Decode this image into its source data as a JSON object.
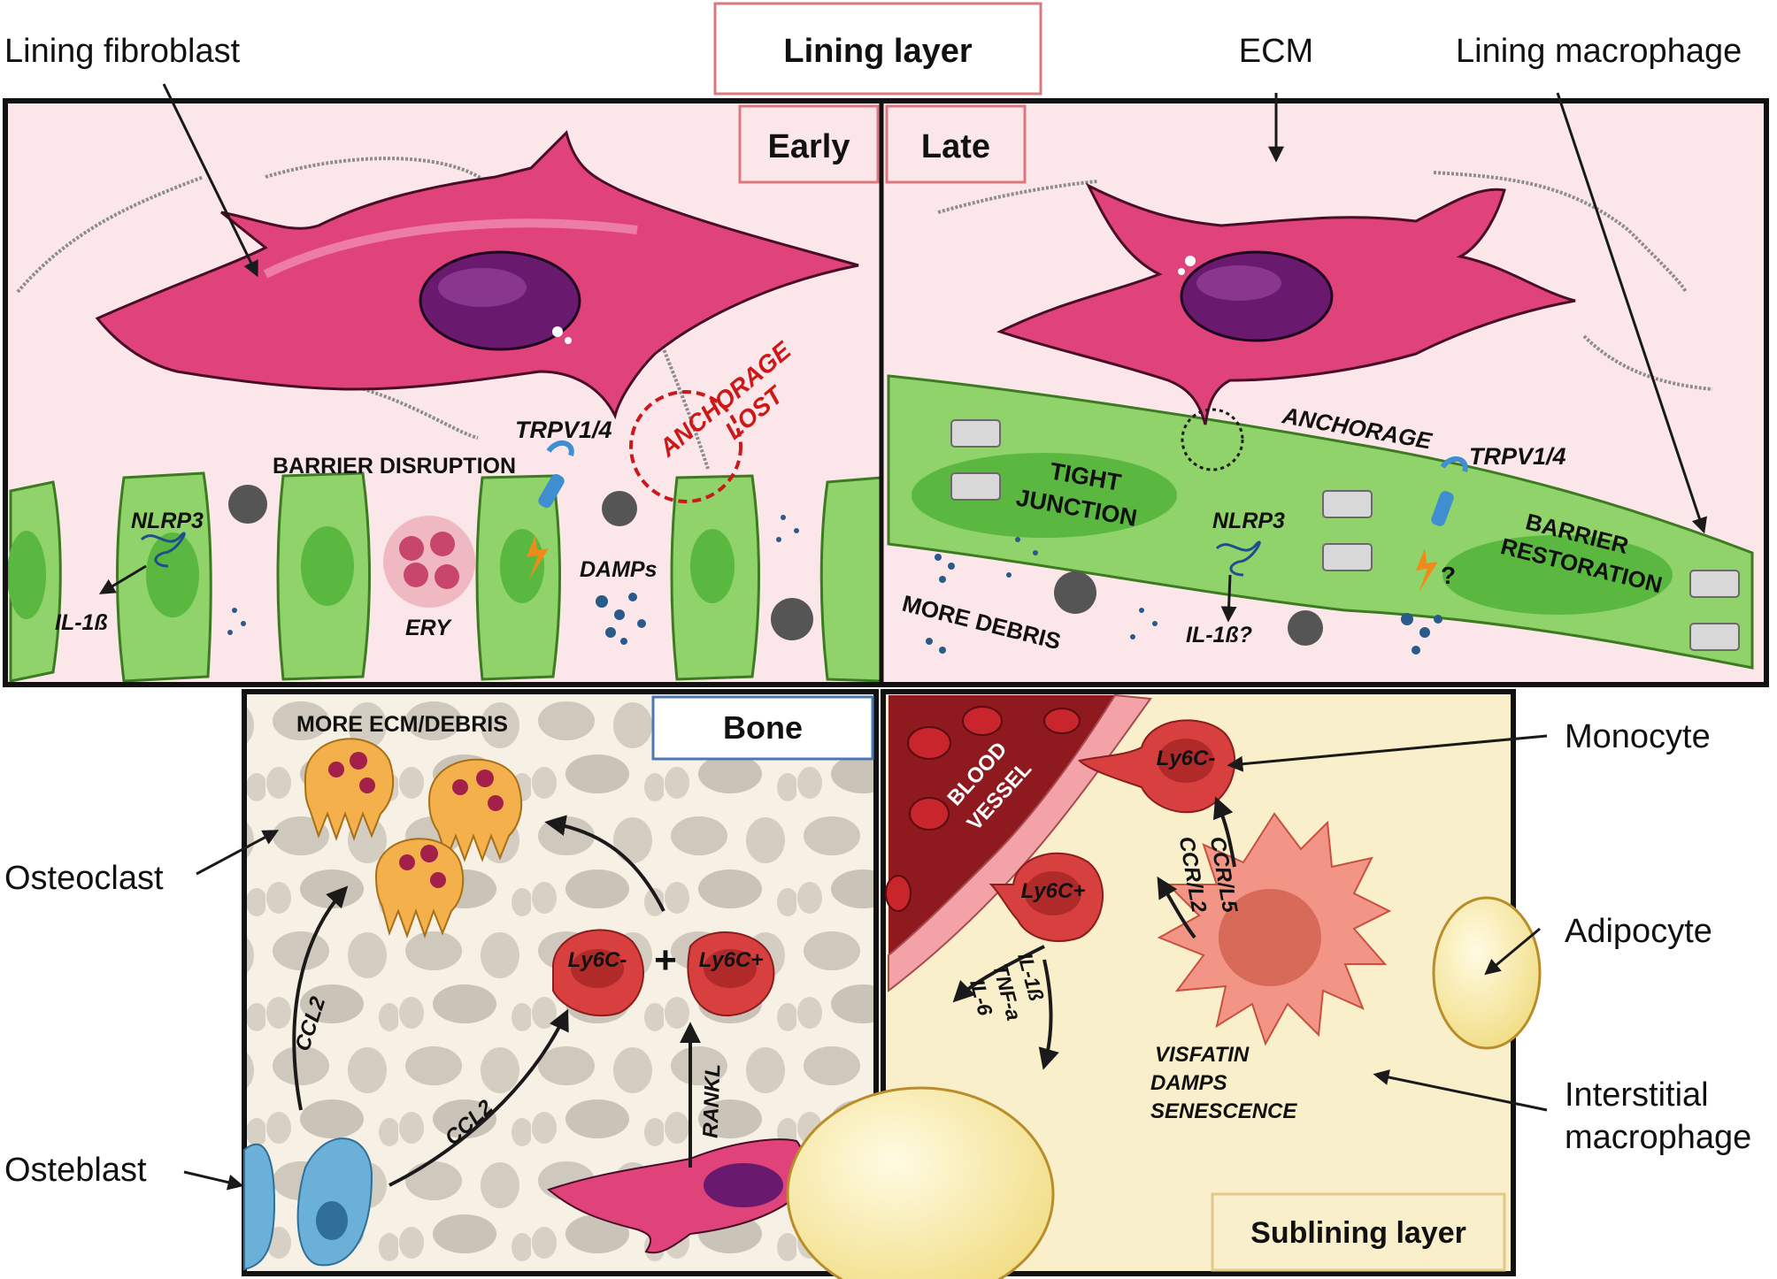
{
  "header": {
    "title": "Lining layer"
  },
  "callouts": {
    "lining_fibroblast": "Lining fibroblast",
    "ecm": "ECM",
    "lining_macrophage": "Lining macrophage",
    "osteoclast": "Osteoclast",
    "osteblast": "Osteblast",
    "monocyte": "Monocyte",
    "adipocyte": "Adipocyte",
    "interstitial_macrophage_line1": "Interstitial",
    "interstitial_macrophage_line2": "macrophage"
  },
  "panels": {
    "early": {
      "tag": "Early",
      "anchorage_lost_line1": "ANCHORAGE",
      "anchorage_lost_line2": "LOST",
      "trpv": "TRPV1/4",
      "barrier_disruption": "BARRIER DISRUPTION",
      "nlrp3": "NLRP3",
      "il1b": "IL-1ß",
      "ery": "ERY",
      "damps": "DAMPs"
    },
    "late": {
      "tag": "Late",
      "anchorage": "ANCHORAGE",
      "trpv": "TRPV1/4",
      "tight_junction_line1": "TIGHT",
      "tight_junction_line2": "JUNCTION",
      "nlrp3": "NLRP3",
      "il1b": "IL-1ß?",
      "question": "?",
      "barrier_restoration_line1": "BARRIER",
      "barrier_restoration_line2": "RESTORATION",
      "more_debris": "MORE DEBRIS"
    },
    "bone": {
      "tag": "Bone",
      "more_ecm_debris": "MORE ECM/DEBRIS",
      "ccl2_a": "CCL2",
      "ccl2_b": "CCL2",
      "rankl": "RANKL",
      "ly6c_neg": "Ly6C-",
      "ly6c_pos": "Ly6C+",
      "plus": "+"
    },
    "sublining": {
      "tag": "Sublining layer",
      "blood_vessel_line1": "BLOOD",
      "blood_vessel_line2": "VESSEL",
      "ly6c_neg": "Ly6C-",
      "ly6c_pos": "Ly6C+",
      "ccrl5": "CCR/L5",
      "ccrl2": "CCR/L2",
      "cytokine1": "IL-1ß",
      "cytokine2": "TNF-a",
      "cytokine3": "IL-6",
      "visfatin": "VISFATIN",
      "damps": "DAMPS",
      "senescence": "SENESCENCE"
    }
  },
  "colors": {
    "lining_bg": "#fbe7ea",
    "bone_bg": "#f6f1e4",
    "sublining_bg": "#f9efcb",
    "tag_border_pink": "#d9797f",
    "tag_border_blue": "#4a78b5",
    "tag_border_gold": "#e3c889",
    "fibroblast": "#e0427a",
    "nucleus": "#6a1a6e",
    "epithelial": "#8fd36a",
    "monocyte": "#d8403f",
    "blood_vessel": "#8e1a20",
    "anchorage_red": "#cc1818"
  }
}
